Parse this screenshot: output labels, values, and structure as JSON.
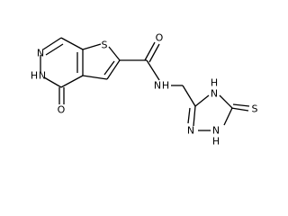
{
  "molecule": {
    "atoms": {
      "n_pyr_top": "N",
      "s_thiophene": "S",
      "o_amide": "O",
      "nh_pyr_left": "N",
      "h_pyr_left": "H",
      "nh_amide": "N",
      "h_amide": "H",
      "nh_triazole_top": "N",
      "h_triazole_top": "H",
      "o_ketone": "O",
      "n_triazole_left": "N",
      "nh_triazole_bottom": "N",
      "h_triazole_bottom": "H",
      "s_thione": "S"
    }
  }
}
